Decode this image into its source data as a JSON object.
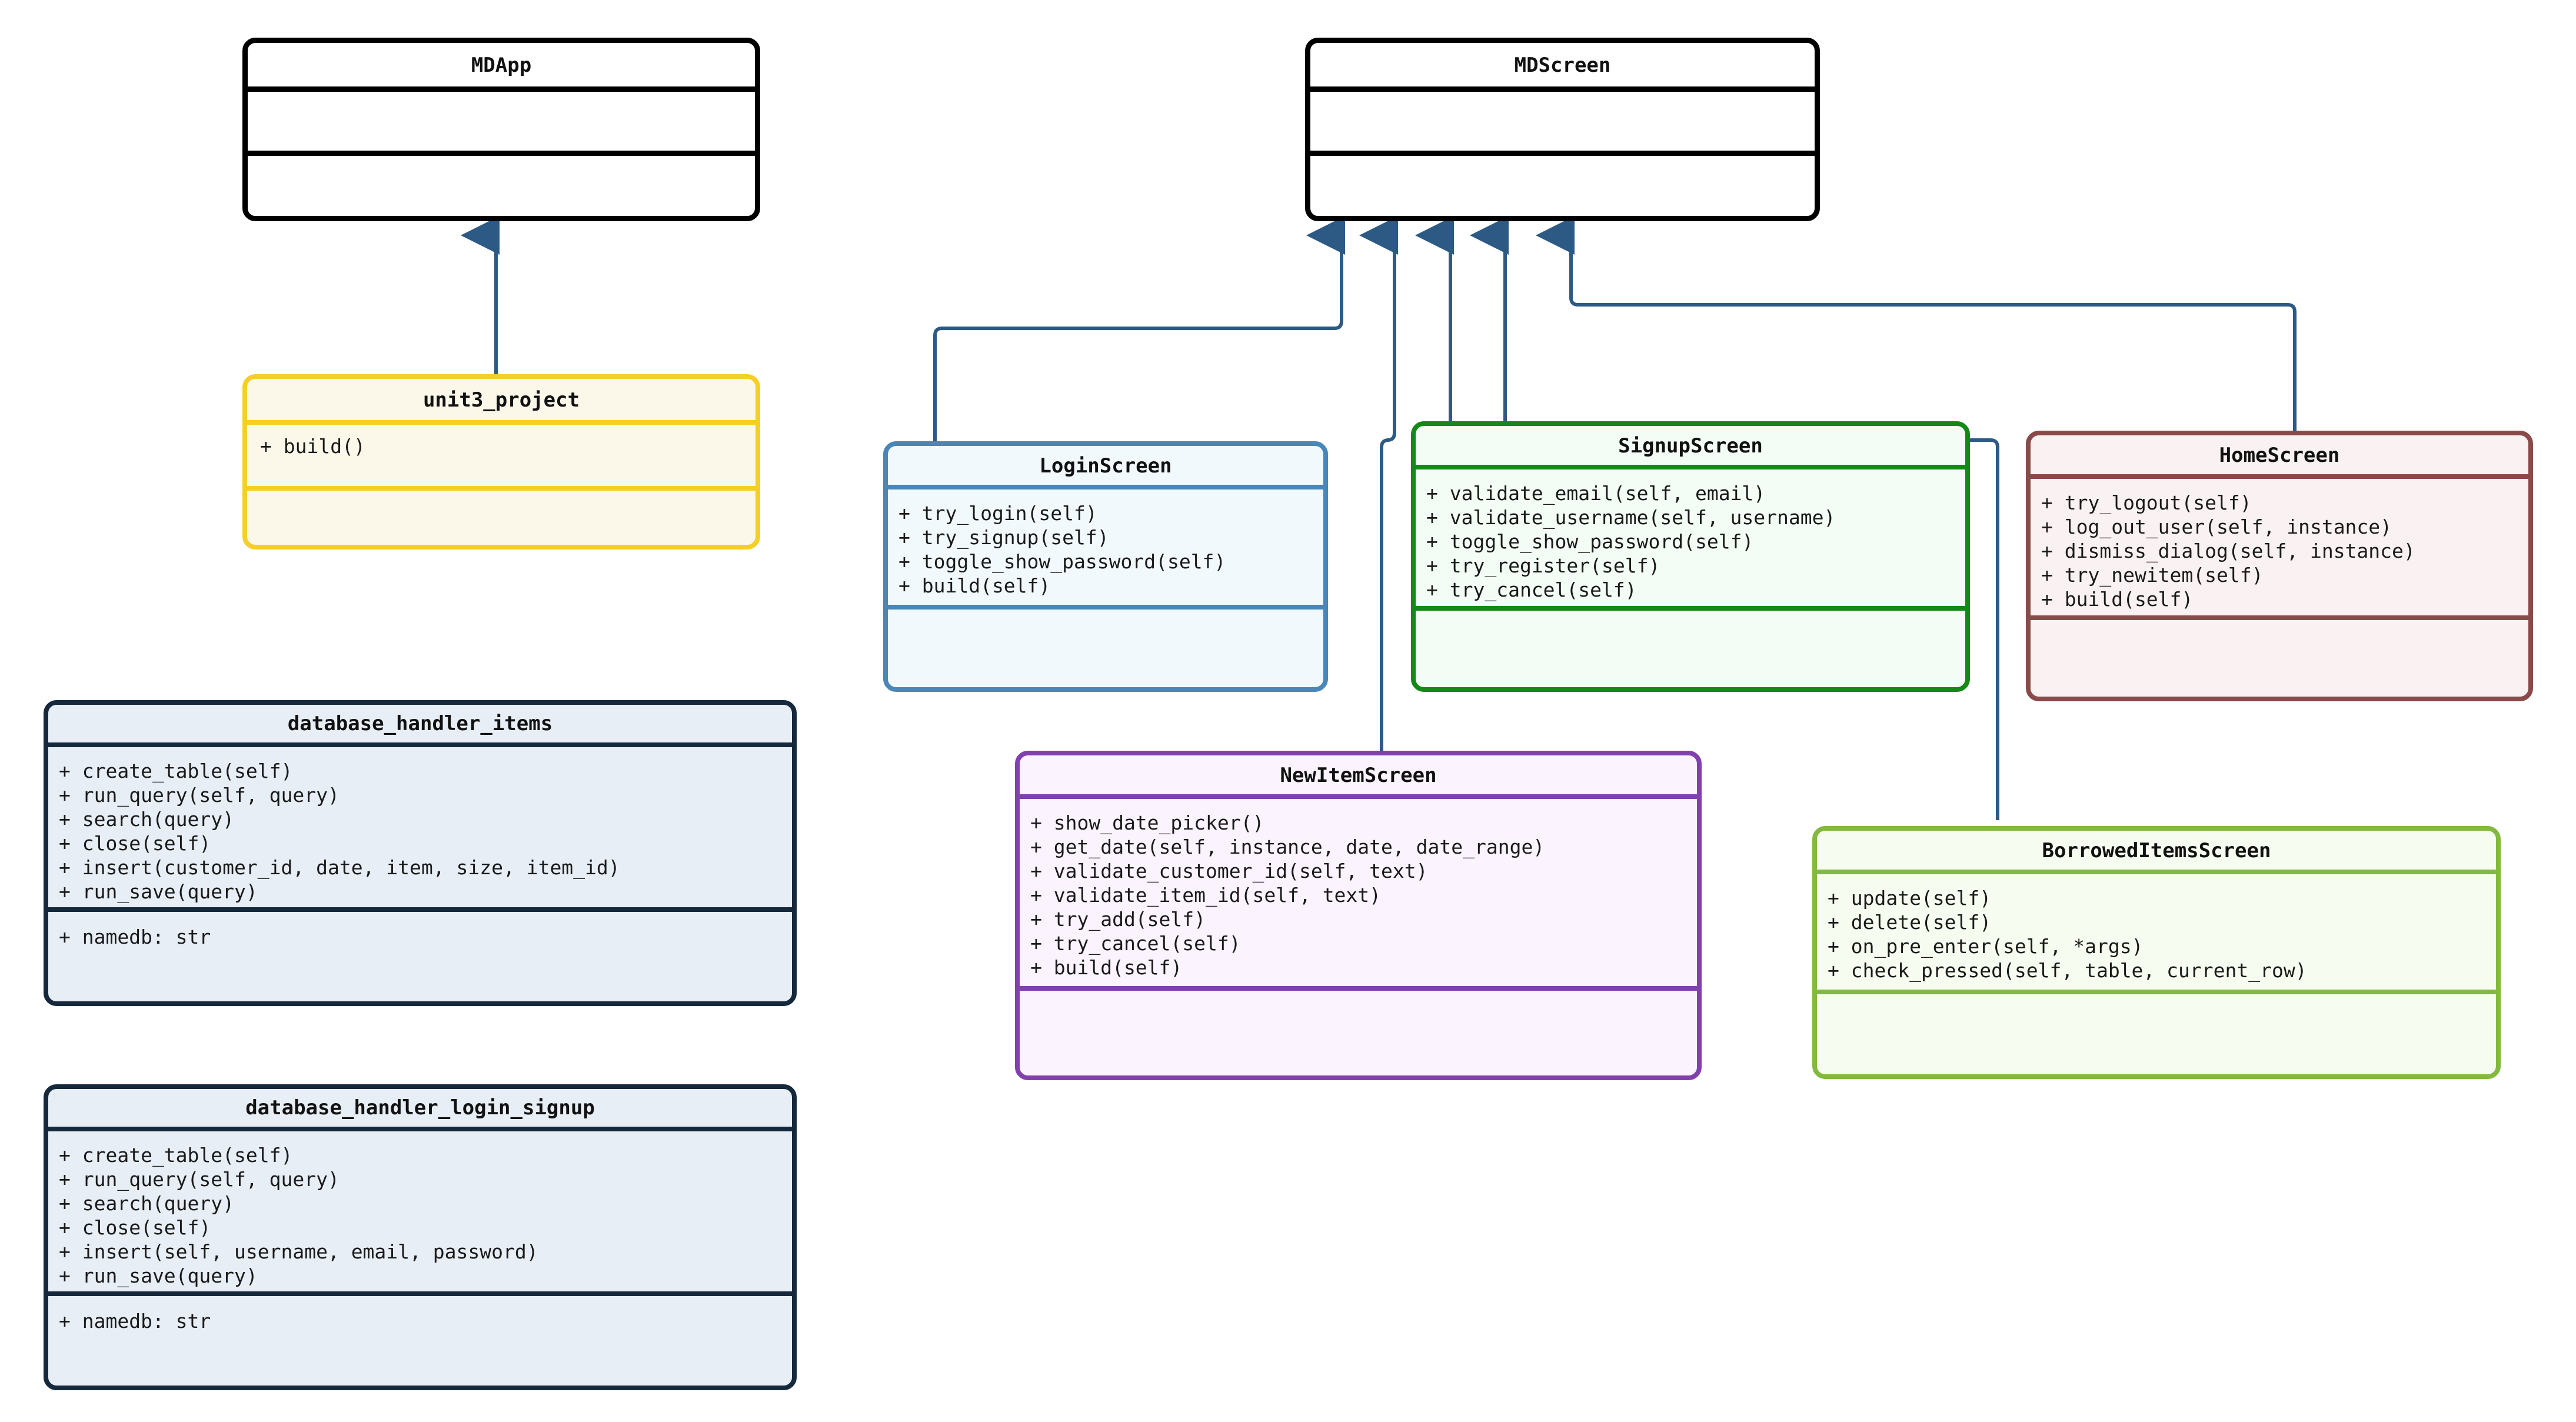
{
  "diagram": {
    "type": "uml-class-diagram",
    "relationship": "generalization",
    "arrow_color": "#2c5a85",
    "background": "#ffffff"
  },
  "classes": [
    {
      "id": "mdapp",
      "name": "MDApp",
      "skin": "sk-plain",
      "border_color": "#000000",
      "fill_color": "#ffffff",
      "methods": [],
      "attributes": []
    },
    {
      "id": "unit3_project",
      "name": "unit3_project",
      "skin": "sk-yellow",
      "border_color": "#f5cf26",
      "fill_color": "#fbf8e9",
      "methods": [
        "+ build()"
      ],
      "attributes": []
    },
    {
      "id": "database_handler_items",
      "name": "database_handler_items",
      "skin": "sk-navy",
      "border_color": "#16293c",
      "fill_color": "#e7eef6",
      "methods": [
        "+ create_table(self)",
        "+ run_query(self, query)",
        "+ search(query)",
        "+ close(self)",
        "+ insert(customer_id, date, item, size, item_id)",
        "+ run_save(query)"
      ],
      "attributes": [
        "+ namedb: str"
      ]
    },
    {
      "id": "database_handler_login_signup",
      "name": "database_handler_login_signup",
      "skin": "sk-navy",
      "border_color": "#16293c",
      "fill_color": "#e7eef6",
      "methods": [
        "+ create_table(self)",
        "+ run_query(self, query)",
        "+ search(query)",
        "+ close(self)",
        "+ insert(self, username, email, password)",
        "+ run_save(query)"
      ],
      "attributes": [
        "+ namedb: str"
      ]
    },
    {
      "id": "mdscreen",
      "name": "MDScreen",
      "skin": "sk-plain",
      "border_color": "#000000",
      "fill_color": "#ffffff",
      "methods": [],
      "attributes": []
    },
    {
      "id": "loginscreen",
      "name": "LoginScreen",
      "skin": "sk-blue",
      "border_color": "#4a86b8",
      "fill_color": "#f2f9fd",
      "methods": [
        "+ try_login(self)",
        "+ try_signup(self)",
        "+ toggle_show_password(self)",
        "+ build(self)"
      ],
      "attributes": []
    },
    {
      "id": "signupscreen",
      "name": "SignupScreen",
      "skin": "sk-green",
      "border_color": "#128a15",
      "fill_color": "#f3fcf5",
      "methods": [
        "+ validate_email(self, email)",
        "+ validate_username(self, username)",
        "+ toggle_show_password(self)",
        "+ try_register(self)",
        "+ try_cancel(self)"
      ],
      "attributes": []
    },
    {
      "id": "homescreen",
      "name": "HomeScreen",
      "skin": "sk-maroon",
      "border_color": "#8a4a4a",
      "fill_color": "#faf2f2",
      "methods": [
        "+ try_logout(self)",
        "+ log_out_user(self, instance)",
        "+ dismiss_dialog(self, instance)",
        "+ try_newitem(self)",
        "+ build(self)"
      ],
      "attributes": []
    },
    {
      "id": "newitemscreen",
      "name": "NewItemScreen",
      "skin": "sk-purple",
      "border_color": "#8040ae",
      "fill_color": "#fbf3fe",
      "methods": [
        "+ show_date_picker()",
        "+ get_date(self, instance, date, date_range)",
        "+ validate_customer_id(self, text)",
        "+ validate_item_id(self, text)",
        "+ try_add(self)",
        "+ try_cancel(self)",
        "+ build(self)"
      ],
      "attributes": []
    },
    {
      "id": "borroweditemsscreen",
      "name": "BorrowedItemsScreen",
      "skin": "sk-olive",
      "border_color": "#82b93e",
      "fill_color": "#f7fcf0",
      "methods": [
        "+ update(self)",
        "+ delete(self)",
        "+ on_pre_enter(self, *args)",
        "+ check_pressed(self, table, current_row)"
      ],
      "attributes": []
    }
  ],
  "edges": [
    {
      "from": "unit3_project",
      "to": "mdapp"
    },
    {
      "from": "loginscreen",
      "to": "mdscreen"
    },
    {
      "from": "newitemscreen",
      "to": "mdscreen"
    },
    {
      "from": "signupscreen",
      "to": "mdscreen"
    },
    {
      "from": "borroweditemsscreen",
      "to": "mdscreen"
    },
    {
      "from": "homescreen",
      "to": "mdscreen"
    }
  ]
}
